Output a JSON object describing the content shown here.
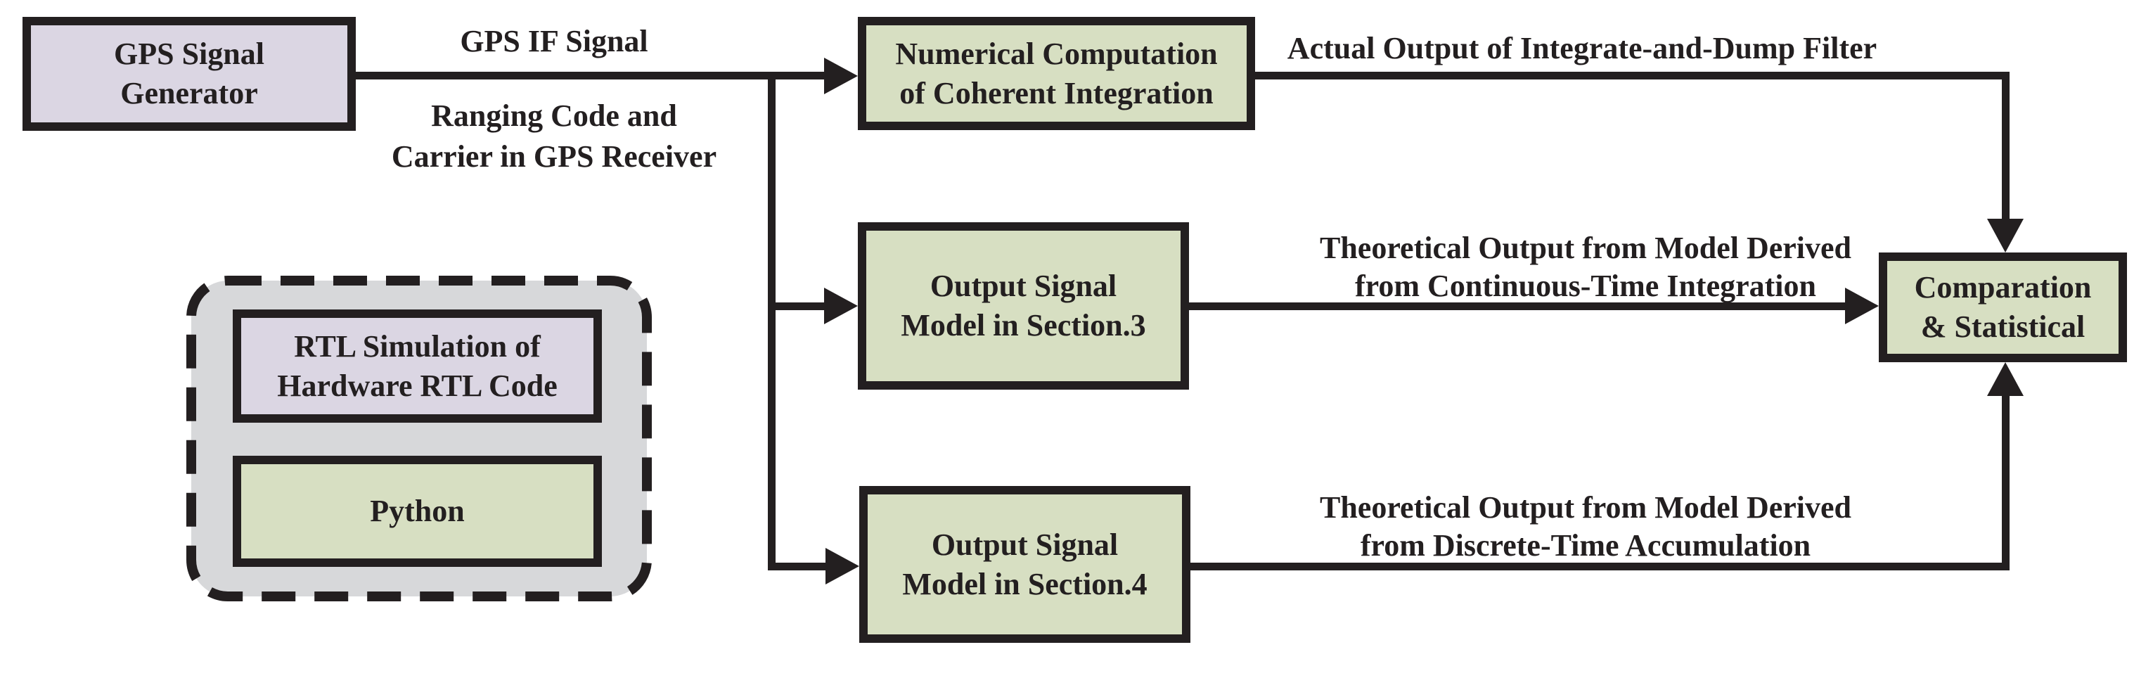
{
  "diagram": {
    "nodes": {
      "gps_generator": {
        "line1": "GPS Signal",
        "line2": "Generator"
      },
      "numerical_computation": {
        "line1": "Numerical Computation",
        "line2": "of Coherent Integration"
      },
      "output_model_section3": {
        "line1": "Output Signal",
        "line2": "Model in Section.3"
      },
      "output_model_section4": {
        "line1": "Output Signal",
        "line2": "Model in Section.4"
      },
      "comparison": {
        "line1": "Comparation",
        "line2": "& Statistical"
      },
      "rtl_simulation": {
        "line1": "RTL Simulation of",
        "line2": "Hardware RTL Code"
      },
      "python": {
        "line1": "Python"
      }
    },
    "edge_labels": {
      "gps_if_signal": "GPS IF Signal",
      "ranging_code_line1": "Ranging Code and",
      "ranging_code_line2": "Carrier in GPS Receiver",
      "actual_output": "Actual Output of Integrate-and-Dump Filter",
      "theoretical_continuous_line1": "Theoretical Output from Model Derived",
      "theoretical_continuous_line2": "from Continuous-Time Integration",
      "theoretical_discrete_line1": "Theoretical Output from Model Derived",
      "theoretical_discrete_line2": "from Discrete-Time Accumulation"
    },
    "colors": {
      "lavender": "#DBD6E3",
      "green": "#D7DFC2",
      "gray": "#D7D8DA",
      "line": "#231F20",
      "background": "#FFFFFF"
    }
  }
}
